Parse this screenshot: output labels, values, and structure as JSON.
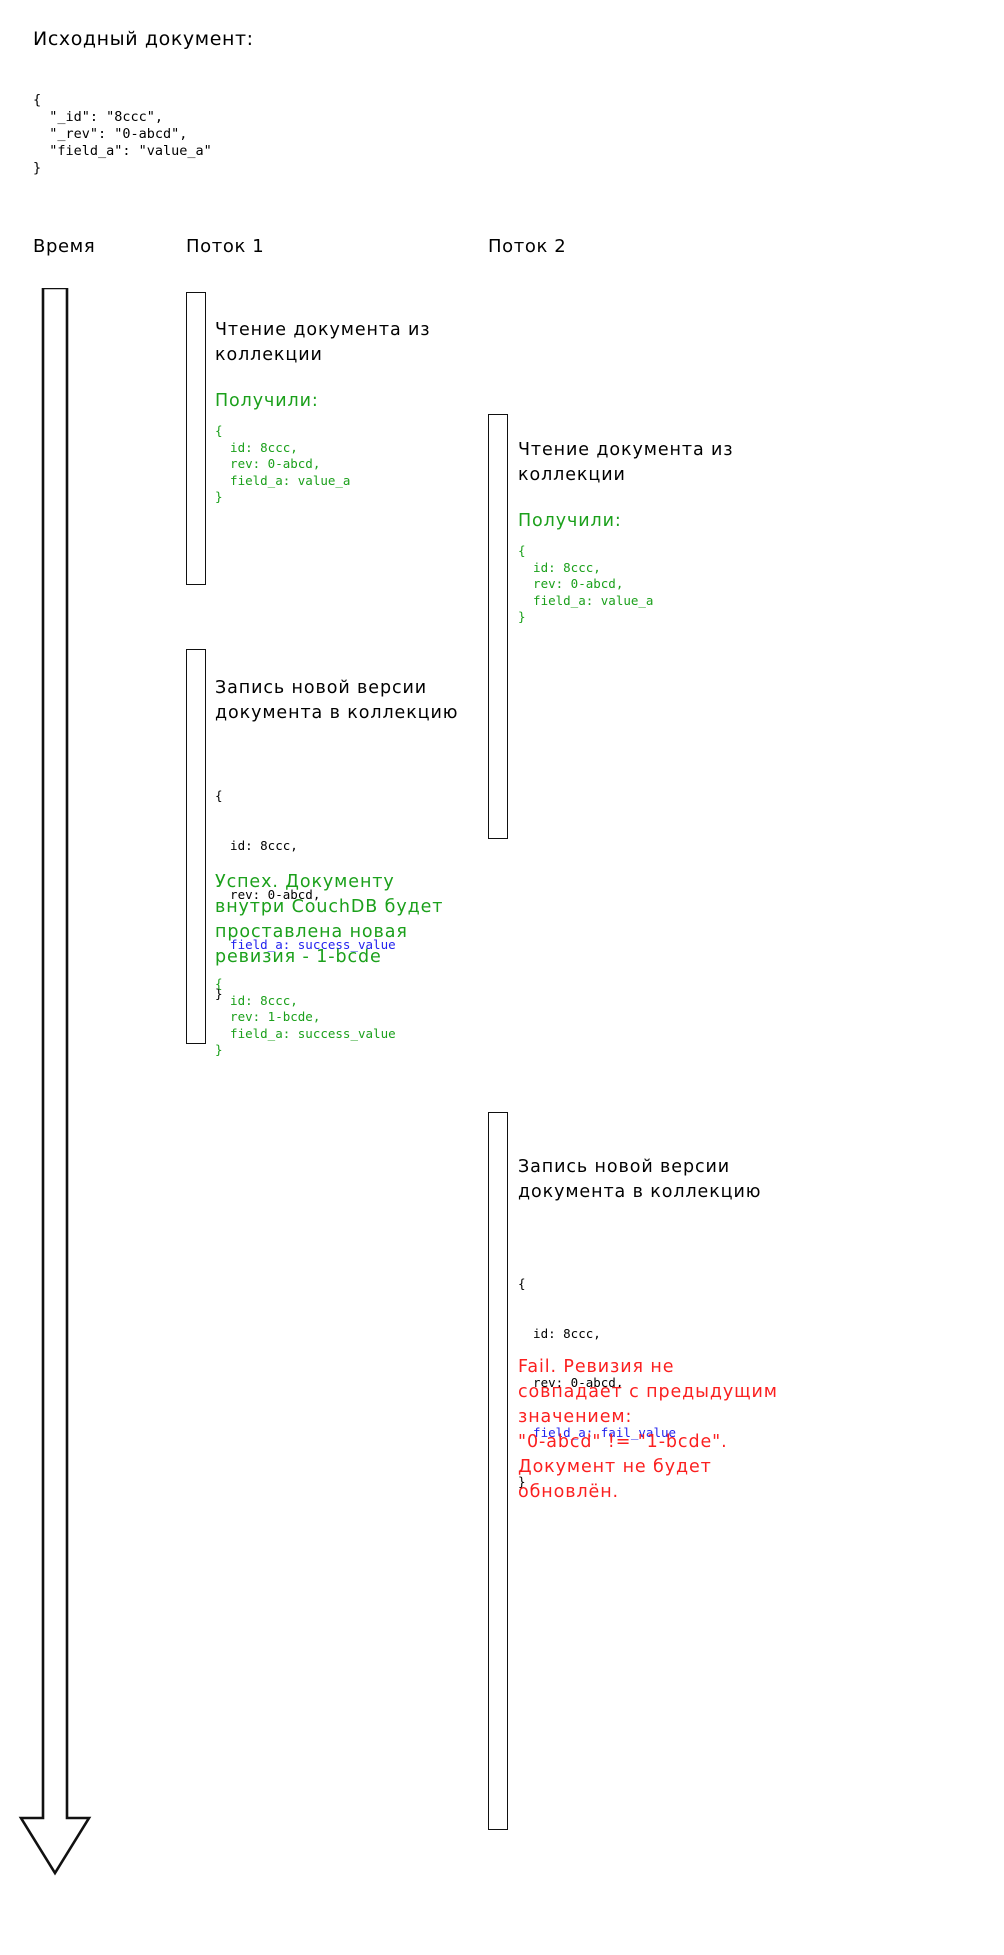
{
  "diagram": {
    "source_doc": {
      "title": "Исходный документ:",
      "json": "{\n  \"_id\": \"8ccc\",\n  \"_rev\": \"0-abcd\",\n  \"field_a\": \"value_a\"\n}"
    },
    "columns": {
      "time": "Время",
      "thread1": "Поток 1",
      "thread2": "Поток 2"
    },
    "colors": {
      "text": "#000000",
      "success": "#1ba01b",
      "fail": "#fb1f1f",
      "highlight": "#2222ee",
      "stroke": "#111111",
      "background": "#ffffff"
    },
    "thread1": {
      "step1": {
        "title": "Чтение документа из\nколлекции",
        "result_label": "Получили:",
        "result_json": "{\n  id: 8ccc,\n  rev: 0-abcd,\n  field_a: value_a\n}"
      },
      "step2": {
        "title": "Запись новой версии\nдокумента в коллекцию",
        "payload_line_open": "{",
        "payload_line_id": "  id: 8ccc,",
        "payload_line_rev": "  rev: 0-abcd,",
        "payload_line_field": "  field_a: success_value",
        "payload_line_close": "}",
        "outcome": "Успех. Документу\nвнутри CouchDB будет\nпроставлена новая\nревизия - 1-bcde",
        "outcome_json": "{\n  id: 8ccc,\n  rev: 1-bcde,\n  field_a: success_value\n}"
      }
    },
    "thread2": {
      "step1": {
        "title": "Чтение документа из\nколлекции",
        "result_label": "Получили:",
        "result_json": "{\n  id: 8ccc,\n  rev: 0-abcd,\n  field_a: value_a\n}"
      },
      "step2": {
        "title": "Запись новой версии\nдокумента в коллекцию",
        "payload_line_open": "{",
        "payload_line_id": "  id: 8ccc,",
        "payload_line_rev": "  rev: 0-abcd,",
        "payload_line_field": "  field_a: fail_value",
        "payload_line_close": "}",
        "outcome": "Fail. Ревизия не\nсовпадает с предыдущим\nзначением:\n\"0-abcd\" != \"1-bcde\".\nДокумент не будет\nобновлён."
      }
    }
  }
}
